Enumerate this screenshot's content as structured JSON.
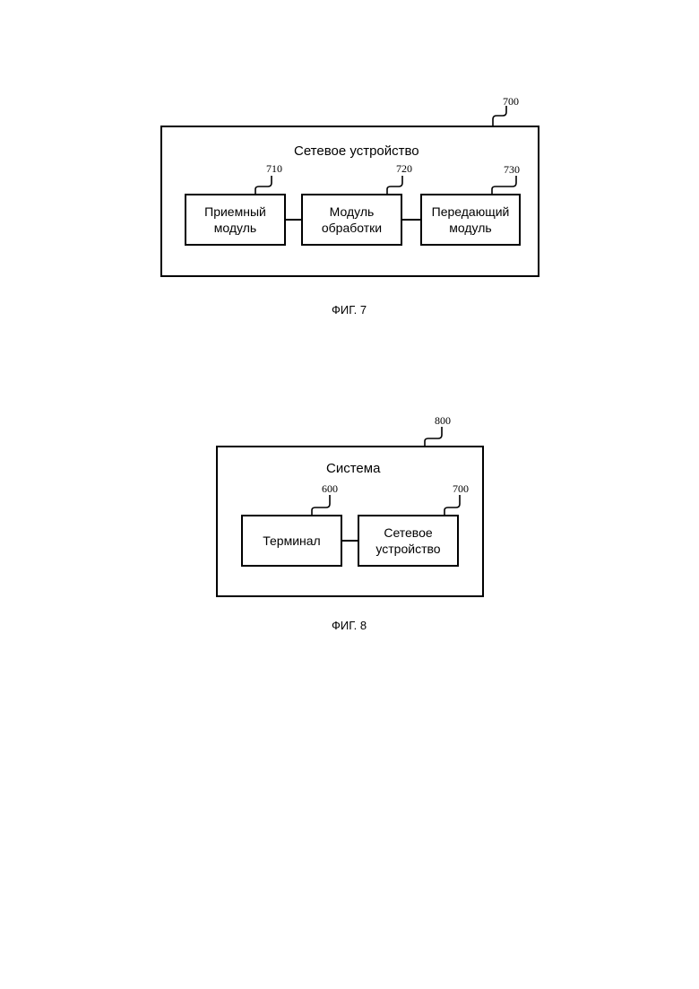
{
  "fig7": {
    "ref": "700",
    "title": "Сетевое устройство",
    "modules": [
      {
        "ref": "710",
        "label": "Приемный\nмодуль"
      },
      {
        "ref": "720",
        "label": "Модуль\nобработки"
      },
      {
        "ref": "730",
        "label": "Передающий\nмодуль"
      }
    ],
    "caption": "ФИГ. 7"
  },
  "fig8": {
    "ref": "800",
    "title": "Система",
    "modules": [
      {
        "ref": "600",
        "label": "Терминал"
      },
      {
        "ref": "700",
        "label": "Сетевое\nустройство"
      }
    ],
    "caption": "ФИГ. 8"
  }
}
